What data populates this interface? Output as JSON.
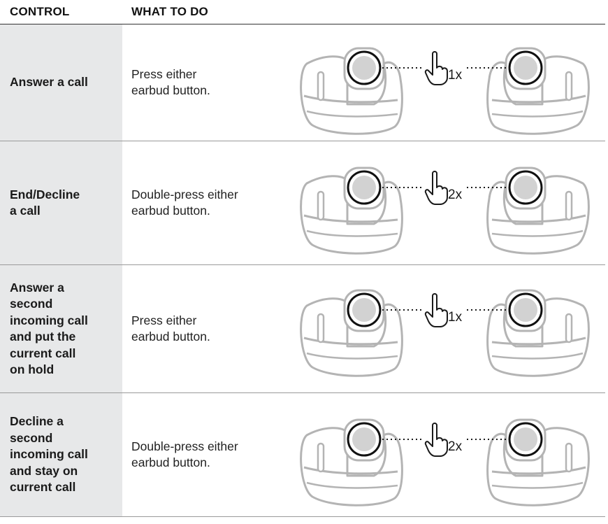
{
  "header": {
    "control": "CONTROL",
    "what_to_do": "WHAT TO DO"
  },
  "rows": [
    {
      "control": "Answer a call",
      "action": "Press either\nearbud button.",
      "presses": "1x"
    },
    {
      "control": "End/Decline\na call",
      "action": "Double-press either\nearbud button.",
      "presses": "2x"
    },
    {
      "control": "Answer a\nsecond\nincoming call\nand put the\ncurrent call\non hold",
      "action": "Press either\nearbud button.",
      "presses": "1x"
    },
    {
      "control": "Decline a\nsecond\nincoming call\nand stay on\ncurrent call",
      "action": "Double-press either\nearbud button.",
      "presses": "2x"
    }
  ],
  "icons": {
    "earbud": "earbud-icon",
    "finger": "finger-press-icon"
  },
  "colors": {
    "control_bg": "#e7e8e9",
    "line": "#9a9a9a",
    "earbud_stroke": "#b4b4b4",
    "button_fill": "#d2d2d2"
  }
}
